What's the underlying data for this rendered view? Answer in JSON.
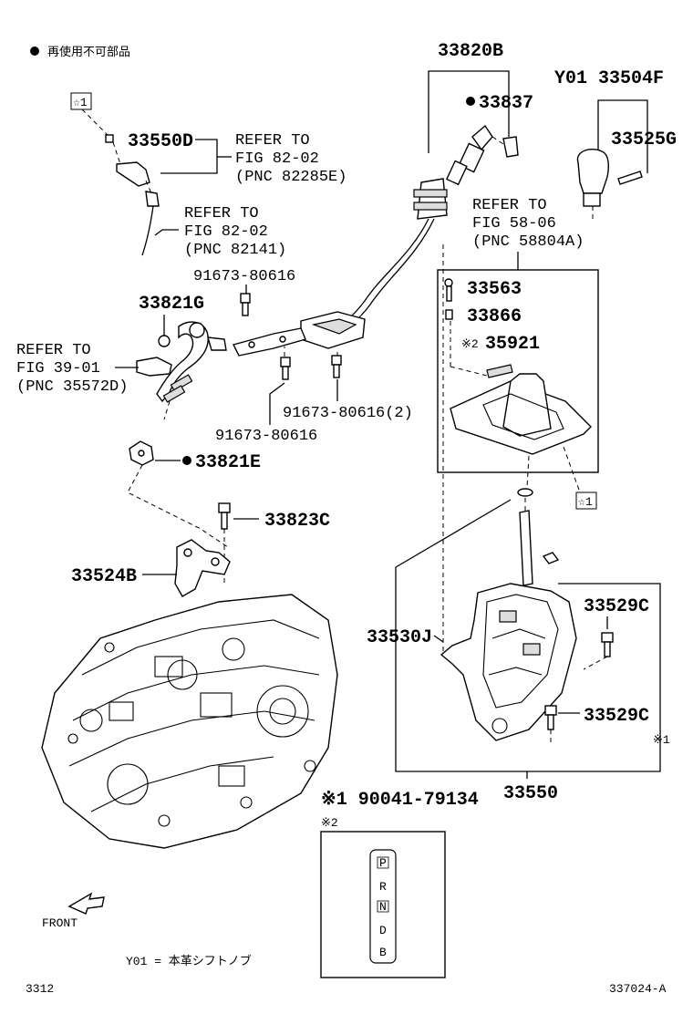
{
  "legend": {
    "reuse_note": "再使用不可部品"
  },
  "parts": {
    "p33820B": "33820B",
    "p33837": "33837",
    "pY01": "Y01 33504F",
    "p33525G": "33525G",
    "p33550D": "33550D",
    "p33821G": "33821G",
    "p33821E": "33821E",
    "p33823C": "33823C",
    "p33524B": "33524B",
    "p33563": "33563",
    "p33866": "33866",
    "p35921": "35921",
    "p33530J": "33530J",
    "p33529C_a": "33529C",
    "p33529C_b": "33529C",
    "p33550": "33550",
    "p91673_a": "91673-80616",
    "p91673_b": "91673-80616(2)",
    "p91673_c": "91673-80616"
  },
  "refs": {
    "r1": [
      "REFER TO",
      "FIG 82-02",
      "(PNC 82285E)"
    ],
    "r2": [
      "REFER TO",
      "FIG 82-02",
      "(PNC 82141)"
    ],
    "r3": [
      "REFER TO",
      "FIG 39-01",
      "(PNC 35572D)"
    ],
    "r4": [
      "REFER TO",
      "FIG 58-06",
      "(PNC 58804A)"
    ]
  },
  "marks": {
    "star1_a": "☆1",
    "star1_b": "☆1",
    "note2_mark": "※2",
    "note1_mark": "※1",
    "note1_side": "※1",
    "note1_text": "※1  90041-79134",
    "note2_text": "※2"
  },
  "shift_pattern": [
    "P",
    "R",
    "N",
    "D",
    "B"
  ],
  "footer": {
    "front": "FRONT",
    "y01_note": "Y01 = 本革シフトノブ",
    "page_left": "3312",
    "page_right": "337024-A"
  }
}
